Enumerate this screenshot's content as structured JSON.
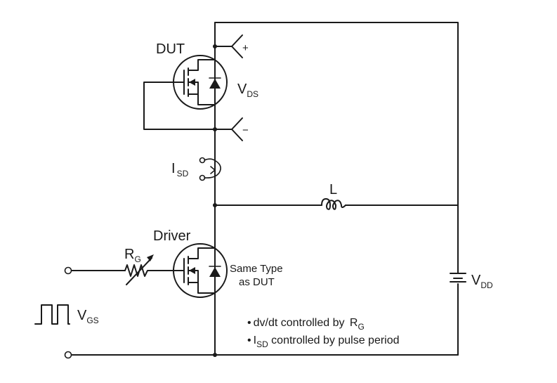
{
  "labels": {
    "dut": "DUT",
    "vds_main": "V",
    "vds_sub": "DS",
    "plus": "+",
    "minus": "−",
    "isd_main": "I",
    "isd_sub": "SD",
    "inductor": "L",
    "driver": "Driver",
    "rg_main": "R",
    "rg_sub": "G",
    "same_type_line1": "Same Type",
    "same_type_line2": "as DUT",
    "vdd_main": "V",
    "vdd_sub": "DD",
    "vgs_main": "V",
    "vgs_sub": "GS"
  },
  "notes": [
    {
      "bullet": "•",
      "text": "dv/dt controlled by ",
      "main": "R",
      "sub": "G",
      "tail": ""
    },
    {
      "bullet": "•",
      "text": "",
      "main": "I",
      "sub": "SD",
      "tail": " controlled by pulse period"
    }
  ]
}
